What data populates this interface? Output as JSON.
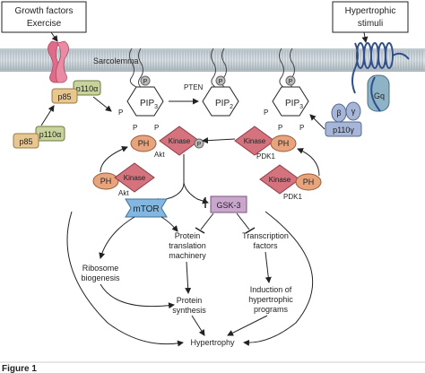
{
  "boxes": {
    "growth": [
      "Growth factors",
      "Exercise"
    ],
    "hypertrophic": [
      "Hypertrophic",
      "stimuli"
    ]
  },
  "membrane": {
    "label": "Sarcolemma"
  },
  "proteins": {
    "p85": "p85",
    "p110a": "p110α",
    "beta": "β",
    "gamma": "γ",
    "p110g": "p110γ",
    "gq": "Gq",
    "pten": "PTEN",
    "pip3": "PIP",
    "pip3_sub": "3",
    "pip2": "PIP",
    "pip2_sub": "2",
    "p": "P",
    "ph": "PH",
    "kinase": "Kinase",
    "akt": "Akt",
    "pdk1": "PDK1",
    "mtor": "mTOR",
    "gsk3": "GSK-3"
  },
  "nodes": {
    "protein_translation": [
      "Protein",
      "translation",
      "machinery"
    ],
    "transcription": [
      "Transcription",
      "factors"
    ],
    "ribosome": [
      "Ribosome",
      "biogenesis"
    ],
    "protein_synthesis": [
      "Protein",
      "synthesis"
    ],
    "induction": [
      "Induction of",
      "hypertrophic",
      "programs"
    ],
    "hypertrophy": "Hypertrophy"
  },
  "caption": "Figure 1"
}
